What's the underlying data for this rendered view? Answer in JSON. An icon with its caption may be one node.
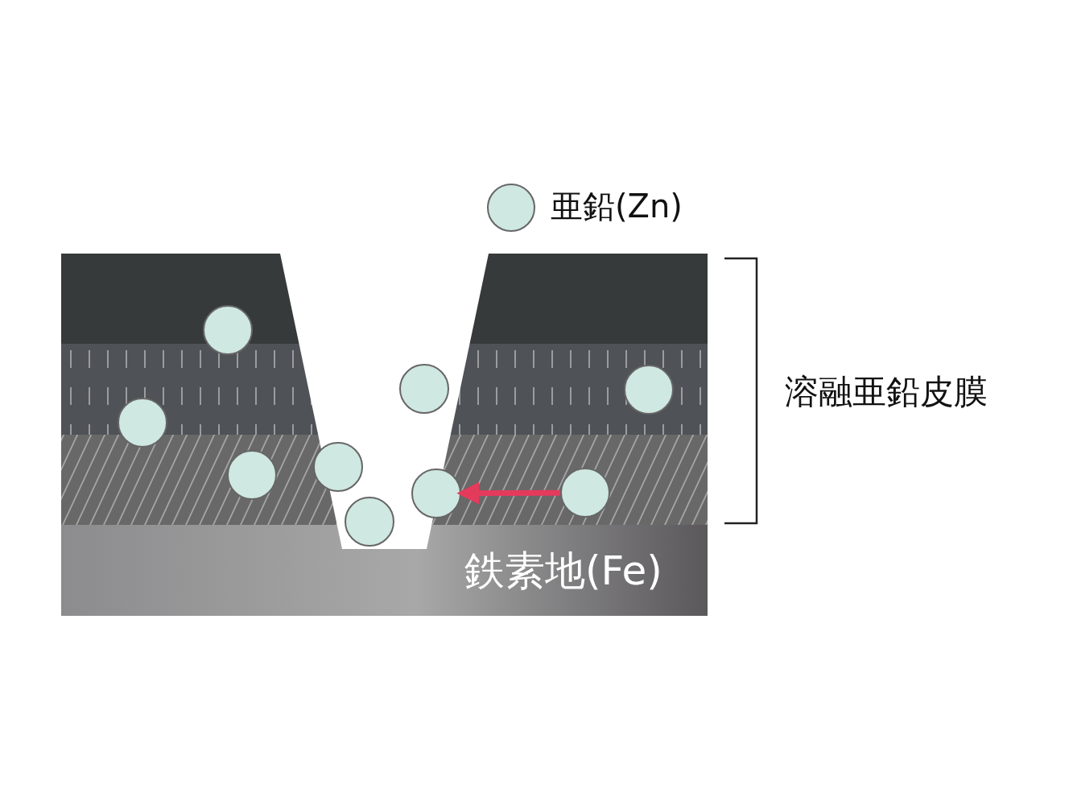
{
  "diagram": {
    "nodes": [
      {
        "text": [],
        "shape": "circle"
      },
      {
        "text": [],
        "shape": "circle"
      }
    ],
    "edges": [
      {
        "from": 1,
        "to": 0,
        "arrow": "to"
      }
    ],
    "labels": [
      "溶融亜鉛皮膜",
      "鉄素地(Fe)"
    ],
    "legend": [
      {
        "text": "亜鉛(Zn)"
      }
    ]
  }
}
